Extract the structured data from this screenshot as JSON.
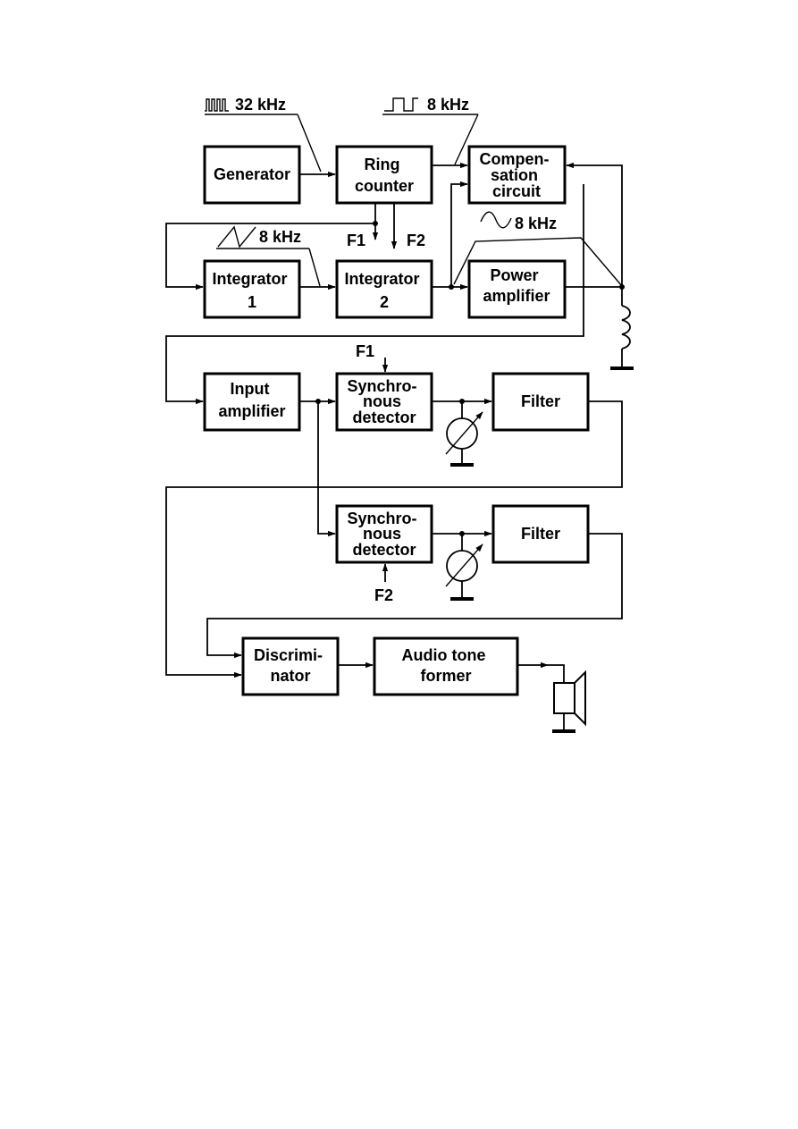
{
  "blocks": {
    "generator": [
      "Generator"
    ],
    "ring_counter": [
      "Ring",
      "counter"
    ],
    "compensation": [
      "Compen-",
      "sation",
      "circuit"
    ],
    "integrator1": [
      "Integrator",
      "1"
    ],
    "integrator2": [
      "Integrator",
      "2"
    ],
    "power_amp": [
      "Power",
      "amplifier"
    ],
    "input_amp": [
      "Input",
      "amplifier"
    ],
    "sync_det1": [
      "Synchro-",
      "nous",
      "detector"
    ],
    "filter1": [
      "Filter"
    ],
    "sync_det2": [
      "Synchro-",
      "nous",
      "detector"
    ],
    "filter2": [
      "Filter"
    ],
    "discriminator": [
      "Discrimi-",
      "nator"
    ],
    "audio_former": [
      "Audio tone",
      "former"
    ]
  },
  "signals": {
    "pulse_32k": "32 kHz",
    "square_8k": "8 kHz",
    "triangle_8k": "8 kHz",
    "sine_8k": "8 kHz",
    "f1_top": "F1",
    "f2_top": "F2",
    "f1_det": "F1",
    "f2_det": "F2"
  }
}
